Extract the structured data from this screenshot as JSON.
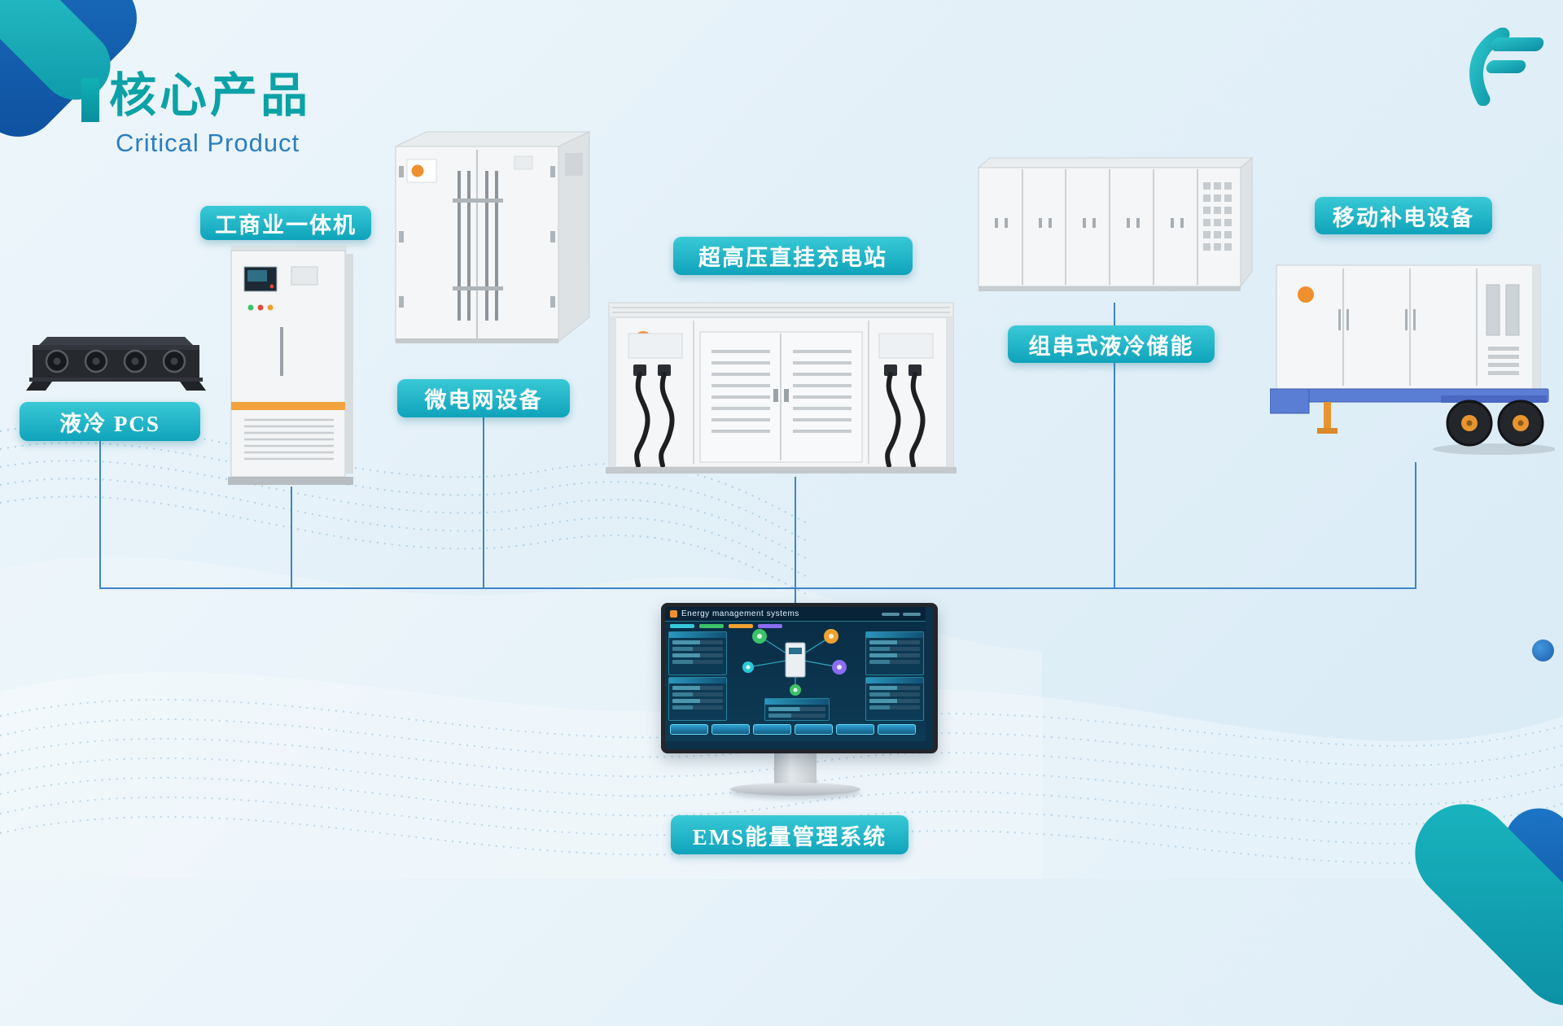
{
  "header": {
    "title_cn": "核心产品",
    "title_en": "Critical Product"
  },
  "products": [
    {
      "id": "liquid-cooled-pcs",
      "label": "液冷 PCS"
    },
    {
      "id": "ci-all-in-one",
      "label": "工商业一体机"
    },
    {
      "id": "microgrid-equipment",
      "label": "微电网设备"
    },
    {
      "id": "uhv-charging-station",
      "label": "超高压直挂充电站"
    },
    {
      "id": "string-liquid-storage",
      "label": "组串式液冷储能"
    },
    {
      "id": "mobile-charging-unit",
      "label": "移动补电设备"
    }
  ],
  "ems": {
    "label": "EMS能量管理系统",
    "screen_title": "Energy management systems"
  },
  "colors": {
    "accent_teal": "#0fa3bb",
    "accent_blue": "#2a7ec0",
    "line_blue": "#3e85c6",
    "pill_gradient_top": "#39c9d6",
    "logo_orange": "#f08f2e",
    "trailer_blue": "#5a7ed4"
  }
}
